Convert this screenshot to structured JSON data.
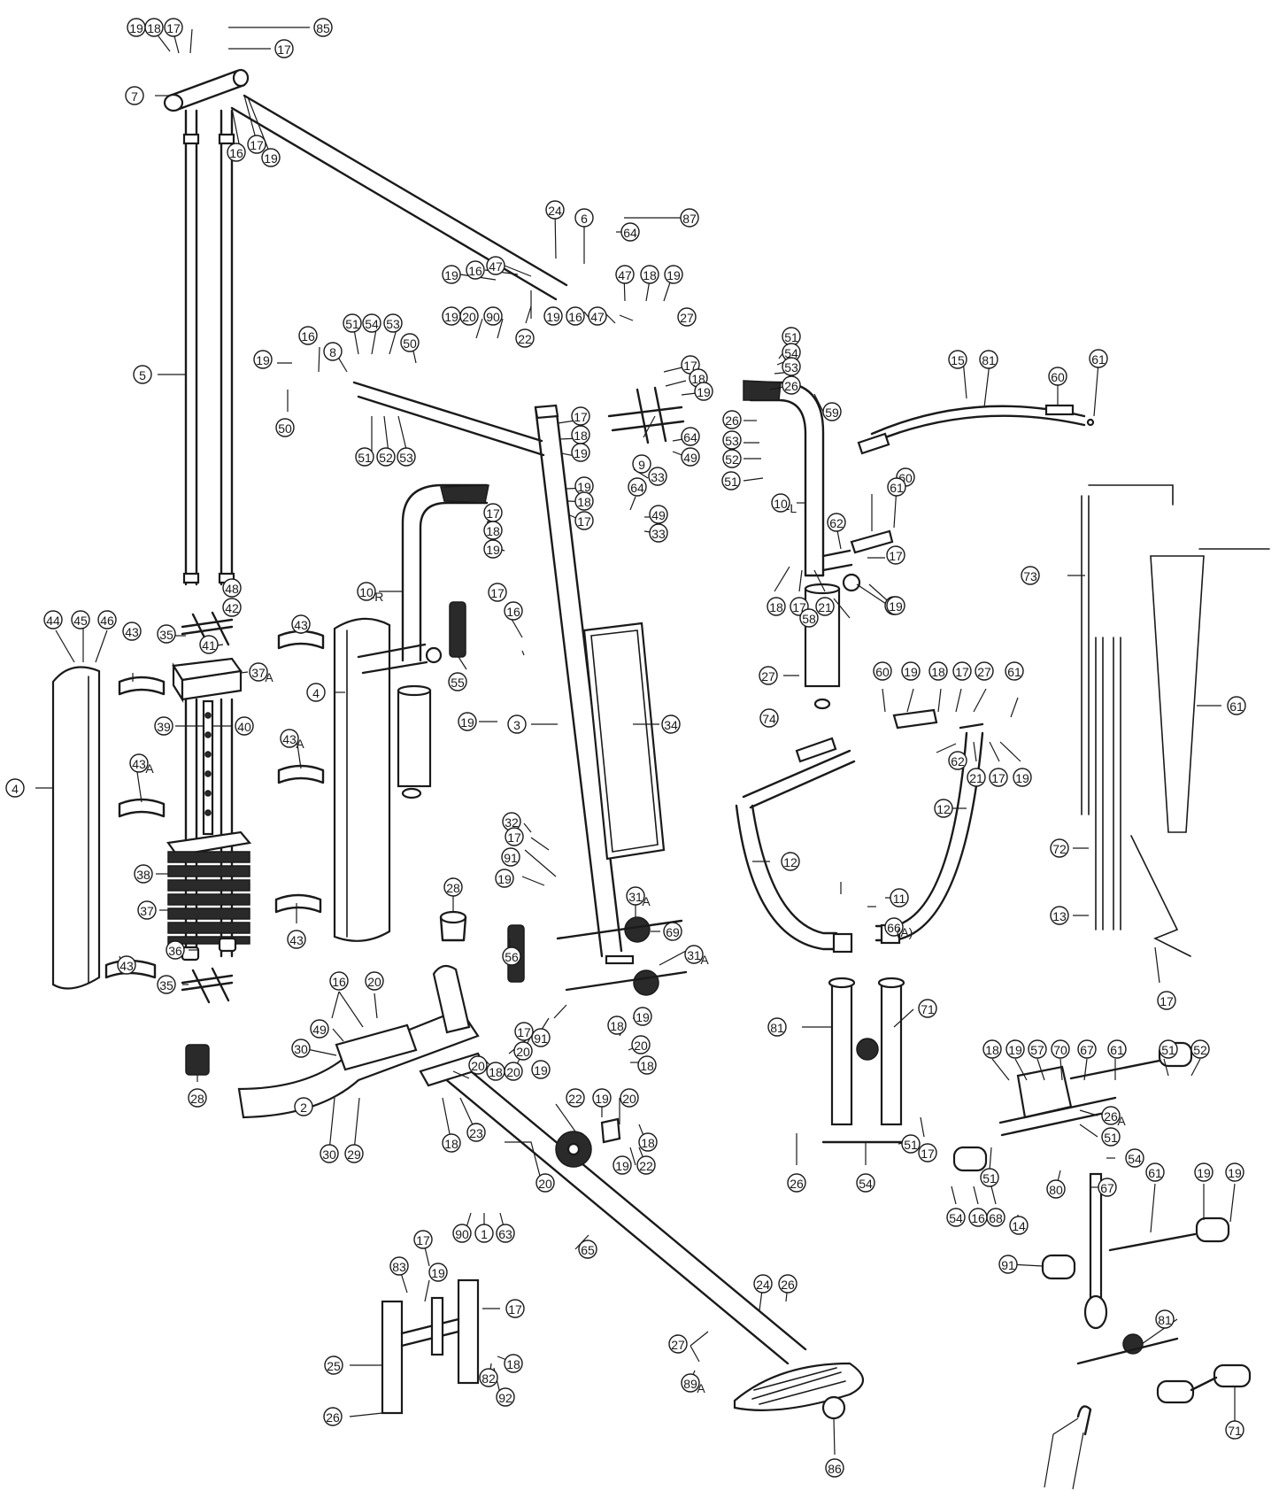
{
  "callouts": [
    {
      "label": "19"
    },
    {
      "label": "18"
    },
    {
      "label": "17"
    },
    {
      "label": "85"
    },
    {
      "label": "17"
    },
    {
      "label": "7"
    },
    {
      "label": "16"
    },
    {
      "label": "17"
    },
    {
      "label": "19"
    },
    {
      "label": "5"
    },
    {
      "label": "24"
    },
    {
      "label": "6"
    },
    {
      "label": "87"
    },
    {
      "label": "64"
    },
    {
      "label": "19"
    },
    {
      "label": "16"
    },
    {
      "label": "47"
    },
    {
      "label": "47"
    },
    {
      "label": "18"
    },
    {
      "label": "19"
    },
    {
      "label": "27"
    },
    {
      "label": "19"
    },
    {
      "label": "20"
    },
    {
      "label": "90"
    },
    {
      "label": "22"
    },
    {
      "label": "19"
    },
    {
      "label": "16"
    },
    {
      "label": "47"
    },
    {
      "label": "16"
    },
    {
      "label": "51"
    },
    {
      "label": "54"
    },
    {
      "label": "53"
    },
    {
      "label": "8"
    },
    {
      "label": "50"
    },
    {
      "label": "19"
    },
    {
      "label": "50"
    },
    {
      "label": "51"
    },
    {
      "label": "52"
    },
    {
      "label": "53"
    },
    {
      "label": "17"
    },
    {
      "label": "18"
    },
    {
      "label": "19"
    },
    {
      "label": "9"
    },
    {
      "label": "17"
    },
    {
      "label": "18"
    },
    {
      "label": "19"
    },
    {
      "label": "64"
    },
    {
      "label": "49"
    },
    {
      "label": "33"
    },
    {
      "label": "19"
    },
    {
      "label": "18"
    },
    {
      "label": "17"
    },
    {
      "label": "64"
    },
    {
      "label": "49"
    },
    {
      "label": "33"
    },
    {
      "label": "17"
    },
    {
      "label": "18"
    },
    {
      "label": "19"
    },
    {
      "label": "10-R"
    },
    {
      "label": "48"
    },
    {
      "label": "42"
    },
    {
      "label": "35"
    },
    {
      "label": "41"
    },
    {
      "label": "37A"
    },
    {
      "label": "43"
    },
    {
      "label": "44"
    },
    {
      "label": "45"
    },
    {
      "label": "46"
    },
    {
      "label": "43"
    },
    {
      "label": "4"
    },
    {
      "label": "39"
    },
    {
      "label": "40"
    },
    {
      "label": "43A"
    },
    {
      "label": "4"
    },
    {
      "label": "43A"
    },
    {
      "label": "55"
    },
    {
      "label": "17"
    },
    {
      "label": "16"
    },
    {
      "label": "19"
    },
    {
      "label": "3"
    },
    {
      "label": "34"
    },
    {
      "label": "51"
    },
    {
      "label": "54"
    },
    {
      "label": "53"
    },
    {
      "label": "26"
    },
    {
      "label": "59"
    },
    {
      "label": "26"
    },
    {
      "label": "53"
    },
    {
      "label": "52"
    },
    {
      "label": "51"
    },
    {
      "label": "10-L"
    },
    {
      "label": "15"
    },
    {
      "label": "81"
    },
    {
      "label": "60"
    },
    {
      "label": "61"
    },
    {
      "label": "60"
    },
    {
      "label": "61"
    },
    {
      "label": "62"
    },
    {
      "label": "17"
    },
    {
      "label": "19"
    },
    {
      "label": "18"
    },
    {
      "label": "17"
    },
    {
      "label": "21"
    },
    {
      "label": "19"
    },
    {
      "label": "58"
    },
    {
      "label": "27"
    },
    {
      "label": "74"
    },
    {
      "label": "73"
    },
    {
      "label": "61"
    },
    {
      "label": "60"
    },
    {
      "label": "19"
    },
    {
      "label": "18"
    },
    {
      "label": "17"
    },
    {
      "label": "27"
    },
    {
      "label": "61"
    },
    {
      "label": "62"
    },
    {
      "label": "21"
    },
    {
      "label": "17"
    },
    {
      "label": "19"
    },
    {
      "label": "12"
    },
    {
      "label": "12"
    },
    {
      "label": "32"
    },
    {
      "label": "17"
    },
    {
      "label": "91"
    },
    {
      "label": "19"
    },
    {
      "label": "38"
    },
    {
      "label": "37"
    },
    {
      "label": "28"
    },
    {
      "label": "31A"
    },
    {
      "label": "69"
    },
    {
      "label": "31A"
    },
    {
      "label": "56"
    },
    {
      "label": "43"
    },
    {
      "label": "36"
    },
    {
      "label": "43"
    },
    {
      "label": "35"
    },
    {
      "label": "16"
    },
    {
      "label": "20"
    },
    {
      "label": "49"
    },
    {
      "label": "30"
    },
    {
      "label": "28"
    },
    {
      "label": "2"
    },
    {
      "label": "30"
    },
    {
      "label": "29"
    },
    {
      "label": "17"
    },
    {
      "label": "20"
    },
    {
      "label": "91"
    },
    {
      "label": "19"
    },
    {
      "label": "18"
    },
    {
      "label": "19"
    },
    {
      "label": "20"
    },
    {
      "label": "18"
    },
    {
      "label": "20"
    },
    {
      "label": "18"
    },
    {
      "label": "20"
    },
    {
      "label": "18"
    },
    {
      "label": "23"
    },
    {
      "label": "22"
    },
    {
      "label": "19"
    },
    {
      "label": "20"
    },
    {
      "label": "18"
    },
    {
      "label": "22"
    },
    {
      "label": "19"
    },
    {
      "label": "20"
    },
    {
      "label": "90"
    },
    {
      "label": "1"
    },
    {
      "label": "63"
    },
    {
      "label": "65"
    },
    {
      "label": "11"
    },
    {
      "label": "66(A)"
    },
    {
      "label": "81"
    },
    {
      "label": "71"
    },
    {
      "label": "72"
    },
    {
      "label": "13"
    },
    {
      "label": "17"
    },
    {
      "label": "18"
    },
    {
      "label": "19"
    },
    {
      "label": "57"
    },
    {
      "label": "70"
    },
    {
      "label": "67"
    },
    {
      "label": "61"
    },
    {
      "label": "51"
    },
    {
      "label": "52"
    },
    {
      "label": "26A"
    },
    {
      "label": "51"
    },
    {
      "label": "54"
    },
    {
      "label": "26"
    },
    {
      "label": "54"
    },
    {
      "label": "51"
    },
    {
      "label": "17"
    },
    {
      "label": "51"
    },
    {
      "label": "54"
    },
    {
      "label": "16"
    },
    {
      "label": "68"
    },
    {
      "label": "14"
    },
    {
      "label": "80"
    },
    {
      "label": "67"
    },
    {
      "label": "61"
    },
    {
      "label": "19"
    },
    {
      "label": "19"
    },
    {
      "label": "91"
    },
    {
      "label": "17"
    },
    {
      "label": "83"
    },
    {
      "label": "19"
    },
    {
      "label": "17"
    },
    {
      "label": "18"
    },
    {
      "label": "82"
    },
    {
      "label": "92"
    },
    {
      "label": "25"
    },
    {
      "label": "26"
    },
    {
      "label": "24"
    },
    {
      "label": "26"
    },
    {
      "label": "27"
    },
    {
      "label": "89A"
    },
    {
      "label": "86"
    },
    {
      "label": "81"
    },
    {
      "label": "71"
    }
  ]
}
